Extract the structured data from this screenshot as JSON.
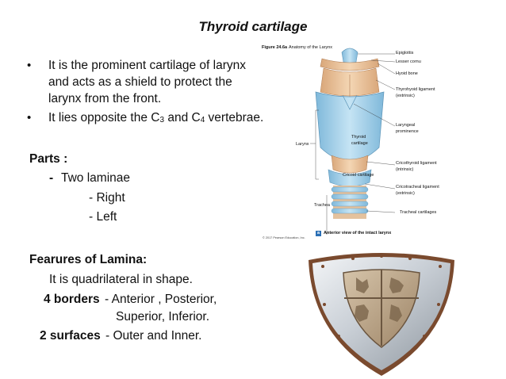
{
  "title": "Thyroid cartilage",
  "bullets": [
    {
      "text": "It is the prominent cartilage of larynx and acts as a shield to protect the larynx from the front."
    },
    {
      "pre": "It lies opposite the C",
      "sub1": "3",
      "mid": " and C",
      "sub2": "4",
      "post": " vertebrae."
    }
  ],
  "parts": {
    "heading": "Parts :",
    "dash": "-",
    "laminae": "Two laminae",
    "right": "- Right",
    "left": "- Left"
  },
  "features": {
    "heading": "Fearures of Lamina:",
    "shape": "It is quadrilateral in shape.",
    "borders_label": "4 borders",
    "borders_text1": "- Anterior , Posterior,",
    "borders_text2": "Superior,   Inferior.",
    "surfaces_label": "2 surfaces",
    "surfaces_text": "- Outer and Inner."
  },
  "figure": {
    "caption_num": "Figure 24.6a",
    "caption_title": "Anatomy of the Larynx",
    "labels": {
      "epiglottis": "Epiglottis",
      "lesser_cornu": "Lesser cornu",
      "hyoid": "Hyoid bone",
      "thyrohyoid1": "Thyrohyoid ligament",
      "thyrohyoid2": "(extrinsic)",
      "prominence1": "Laryngeal",
      "prominence2": "prominence",
      "thyroid1": "Thyroid",
      "thyroid2": "cartilage",
      "larynx": "Larynx",
      "cricothyroid1": "Cricothyroid ligament",
      "cricothyroid2": "(intrinsic)",
      "cricoid": "Cricoid cartilage",
      "cricotracheal1": "Cricotracheal ligament",
      "cricotracheal2": "(extrinsic)",
      "trachea": "Trachea",
      "tracheal": "Tracheal cartilages"
    },
    "panel_letter": "a",
    "panel_caption": "Anterior view of the intact larynx",
    "copyright": "© 2017 Pearson Education, Inc."
  },
  "colors": {
    "cartilage_blue": "#a9d3ea",
    "ligament_tan": "#e9c39b",
    "shield_steel": "#c9cfd6",
    "shield_rim": "#7a4a2e",
    "shield_crest": "#b8a084"
  }
}
